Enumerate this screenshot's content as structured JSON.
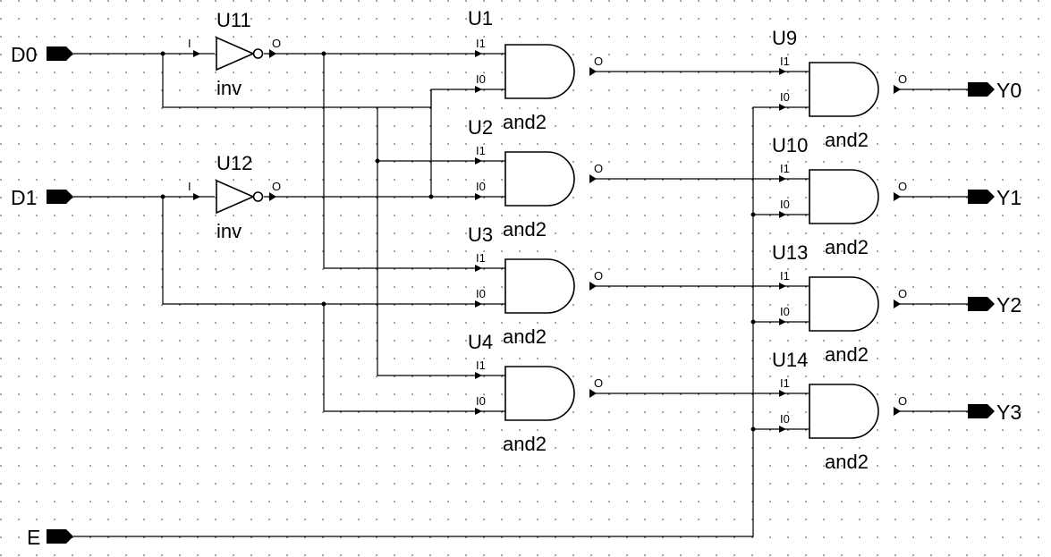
{
  "colors": {
    "background": "#ffffff",
    "ink": "#000000",
    "grid": "#000000"
  },
  "ports": {
    "inputs": [
      "D0",
      "D1",
      "E"
    ],
    "outputs": [
      "Y0",
      "Y1",
      "Y2",
      "Y3"
    ]
  },
  "gates": [
    {
      "id": "U11",
      "type": "inv"
    },
    {
      "id": "U12",
      "type": "inv"
    },
    {
      "id": "U1",
      "type": "and2"
    },
    {
      "id": "U2",
      "type": "and2"
    },
    {
      "id": "U3",
      "type": "and2"
    },
    {
      "id": "U4",
      "type": "and2"
    },
    {
      "id": "U9",
      "type": "and2"
    },
    {
      "id": "U10",
      "type": "and2"
    },
    {
      "id": "U13",
      "type": "and2"
    },
    {
      "id": "U14",
      "type": "and2"
    }
  ],
  "pins": {
    "in": "I",
    "in0": "I0",
    "in1": "I1",
    "out": "O"
  }
}
